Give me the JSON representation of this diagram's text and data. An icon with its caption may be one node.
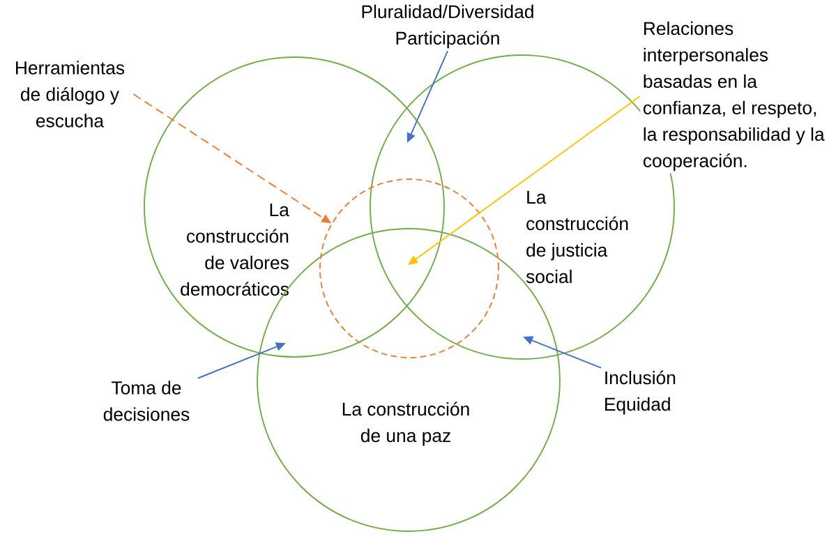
{
  "diagram": {
    "nodes": [
      {
        "text": [
          "La construcción de valores democráticos"
        ]
      },
      {
        "text": [
          "La construcción de justicia social"
        ]
      },
      {
        "text": [
          "La construcción de una paz"
        ]
      },
      {
        "text": [],
        "shape": "circle"
      },
      {
        "text": [
          "Herramientas de diálogo y escucha"
        ]
      },
      {
        "text": [
          "Pluralidad/Diversidad",
          "Participación"
        ]
      },
      {
        "text": [
          "Relaciones interpersonales basadas en la confianza, el respeto, la responsabilidad y la cooperación."
        ]
      },
      {
        "text": [
          "Toma de decisiones"
        ]
      },
      {
        "text": [
          "Inclusión",
          "Equidad"
        ]
      }
    ],
    "edges": [
      {
        "from": 4,
        "to": 3,
        "arrow": "to",
        "style": "dashed",
        "color": "#ed7d31"
      },
      {
        "from": 5,
        "to": null,
        "arrow": "to"
      },
      {
        "from": 6,
        "to": 3,
        "arrow": "to",
        "color": "#ffc000"
      },
      {
        "from": 7,
        "to": null,
        "arrow": "to"
      },
      {
        "from": 8,
        "to": null,
        "arrow": "to"
      }
    ]
  }
}
